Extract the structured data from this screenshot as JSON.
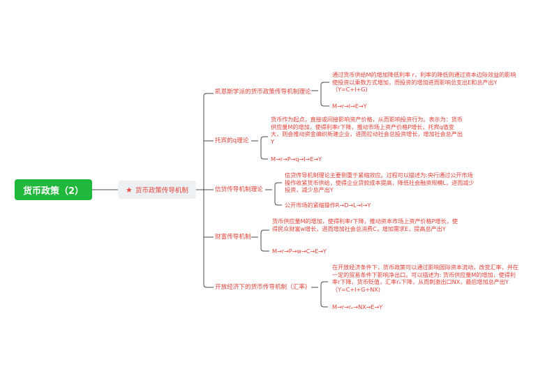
{
  "root": {
    "label": "货币政策（2）"
  },
  "subtopic": {
    "label": "货币政策传导机制",
    "icon": "star-icon",
    "icon_color": "#ea4b4b"
  },
  "colors": {
    "root_bg": "#1fb83b",
    "text": "#e2433a",
    "line": "#4a4a4a",
    "sub_bg": "#eef1f4"
  },
  "branches": [
    {
      "label": "凯恩斯学派的货币政策传导机制理论",
      "items": [
        "通过货币供给M的增加降低利率 r，利率的降低则通过资本边际效益的影响使投资以乘数方式增加，而投资的增加进而影响总支出E和总产出Y（Y=C+I+G)",
        "M→r→I→E→Y"
      ]
    },
    {
      "label": "托宾的q理论",
      "items": [
        "货币作为起点，直接或间接影响资产价格，从而影响投资行为。表示为：货币供应量M的增加，使得利率r下降，推动市场上资产价格P增长，托宾q值变大，则会推动资金编织新建企业，进而拉动社会总投资增长，增加社会总产出Y",
        "M→r→P→q→I→E→Y"
      ]
    },
    {
      "label": "信贷传导机制理论",
      "items": [
        "信贷传导机制理论主要侧重于紧缩效应。过程可以描述为:央行通过公开市场操作收紧货币供给，使得企业贷款成本提高，降低社会融资规模L，进而减少投资，减少总产出Y",
        "公开市场的紧缩操作R→D→L→I→Y"
      ]
    },
    {
      "label": "财富传导机制",
      "items": [
        "货币供应量M的增加，使得利率r下降，推动资本市场上资产价格P增长，使得民众财富w增长，进而增加社会总消费C，增加需求E，提高总产出Y",
        "M→r→P→w→C→E→Y"
      ]
    },
    {
      "label": "开放经济下的货币传导机制（汇率)",
      "items": [
        "在开放经济条件下，货币政策可以通过影响国际资本流动，改变汇率，并在一定的贸易条件下影响净出口。可以描述为: 货币供应量M的增加，使得利率r下降，货币贬值，汇率rₑ下降，从而刺激出口NX，最后增加总产出Y（Y=C+I+G+NX)",
        "M→r→rₑ→NX→E→Y"
      ]
    }
  ]
}
